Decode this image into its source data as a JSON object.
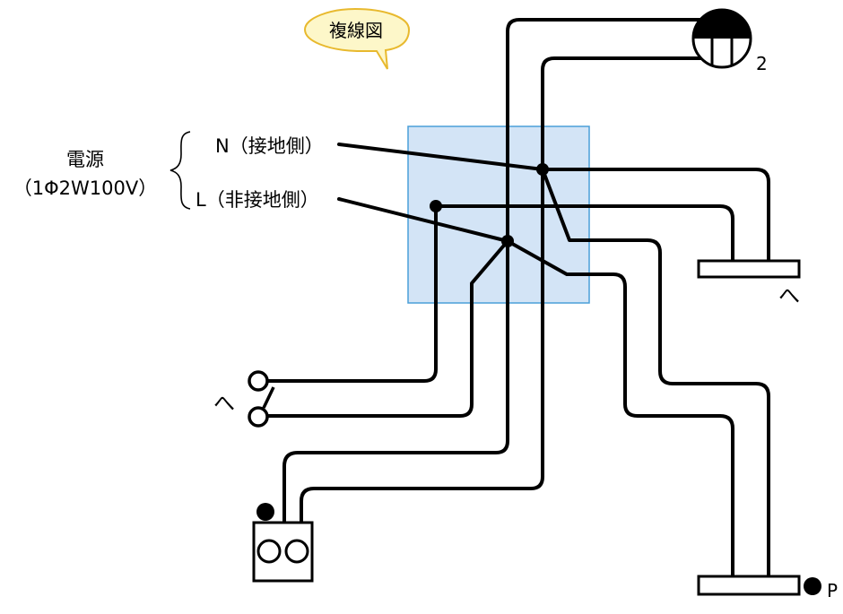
{
  "callout": {
    "text": "複線図",
    "fill": "#fdf7c9",
    "stroke": "#e8b92e"
  },
  "power_source": {
    "label": "電源",
    "spec": "（1Φ2W100V）",
    "neutral_label": "N（接地側）",
    "line_label": "L（非接地側）"
  },
  "junction_box": {
    "fill": "#d3e4f6",
    "stroke": "#4a9fd8"
  },
  "lamp_2": {
    "label": "2"
  },
  "lamp_i": {
    "label": "へ"
  },
  "switch_i": {
    "label": "へ"
  },
  "lamp_p": {
    "label": "P"
  },
  "colors": {
    "wire": "#000000"
  }
}
